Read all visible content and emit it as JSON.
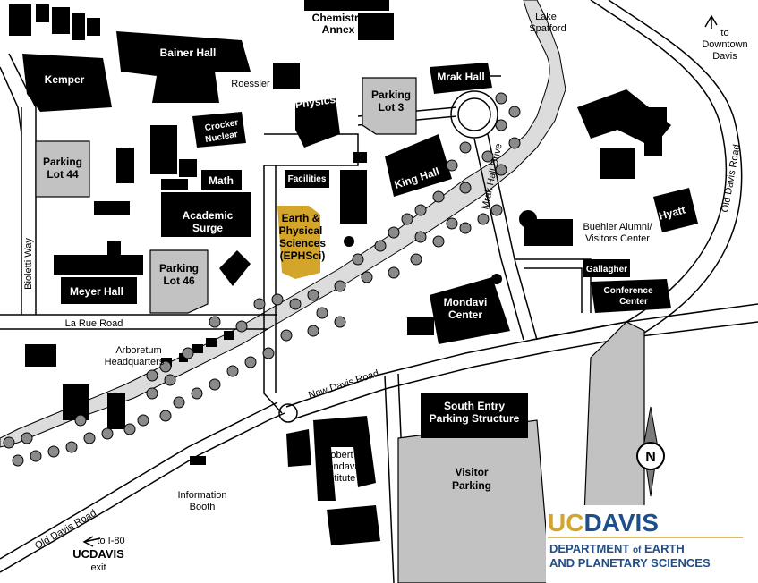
{
  "colors": {
    "highlight": "#d4a52b",
    "parking": "#c2c2c2",
    "water": "#dcdcdc",
    "brand_gold": "#d4a52b",
    "brand_blue": "#1f4e8c",
    "building": "#000000"
  },
  "buildings": {
    "chemistry_annex": [
      "Chemistry",
      "Annex"
    ],
    "bainer_hall": "Bainer Hall",
    "kemper": "Kemper",
    "roessler": "Roessler",
    "physics": "Physics",
    "mrak_hall": "Mrak Hall",
    "crocker_nuclear": [
      "Crocker",
      "Nuclear"
    ],
    "math": "Math",
    "facilities": "Facilities",
    "king_hall": "King Hall",
    "academic_surge": [
      "Academic",
      "Surge"
    ],
    "ephsci": [
      "Earth &",
      "Physical",
      "Sciences",
      "(EPHSci)"
    ],
    "buehler": [
      "Buehler Alumni/",
      "Visitors Center"
    ],
    "hyatt": "Hyatt",
    "gallagher": "Gallagher",
    "conference_center": [
      "Conference",
      "Center"
    ],
    "mondavi_center": [
      "Mondavi",
      "Center"
    ],
    "meyer_hall": "Meyer Hall",
    "arboretum_hq": [
      "Arboretum",
      "Headquarters"
    ],
    "south_entry": [
      "South Entry",
      "Parking Structure"
    ],
    "robert_mondavi": [
      "Robert",
      "Mondavi",
      "Institute"
    ],
    "information_booth": [
      "Information",
      "Booth"
    ]
  },
  "parking": {
    "lot_44": [
      "Parking",
      "Lot 44"
    ],
    "lot_3": [
      "Parking",
      "Lot 3"
    ],
    "lot_46": [
      "Parking",
      "Lot 46"
    ],
    "visitor": [
      "Visitor",
      "Parking"
    ]
  },
  "roads": {
    "la_rue": "La Rue Road",
    "new_davis": "New Davis Road",
    "old_davis_sw": "Old Davis Road",
    "old_davis_ne": "Old Davis Road",
    "mrak_hall_drive": "Mrak Hall Drive",
    "bioletti_way": "Bioletti Way"
  },
  "water": {
    "lake_spafford": [
      "Lake",
      "Spafford"
    ]
  },
  "directions": {
    "downtown": [
      "to",
      "Downtown",
      "Davis"
    ],
    "i80": [
      "to I-80",
      "UCDAVIS",
      "exit"
    ]
  },
  "compass": {
    "label": "N"
  },
  "brand": {
    "uc": "UC",
    "davis": "DAVIS",
    "department": "DEPARTMENT",
    "of": "of",
    "earth": "EARTH",
    "line2": "AND PLANETARY SCIENCES"
  }
}
